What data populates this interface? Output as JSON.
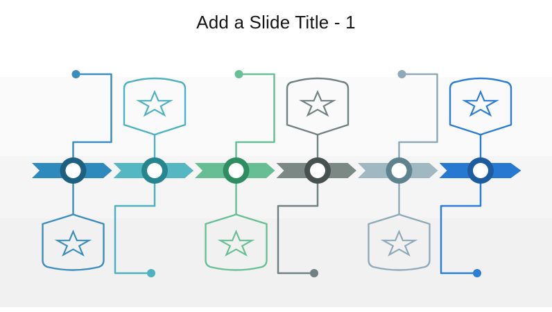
{
  "title": "Add a Slide Title - 1",
  "background": {
    "bands": [
      "#ffffff",
      "#fafafb",
      "#f5f5f6",
      "#f1f1f2",
      "#ffffff"
    ]
  },
  "timeline": {
    "description": "six-step chevron process timeline with star badges and dotted elbow connectors",
    "items": [
      {
        "id": "step-1",
        "badge_position": "below",
        "icon": "star",
        "chevron_color": "#2E8ABD",
        "ring_color": "#1E6080",
        "accent_color": "#3B8DBE"
      },
      {
        "id": "step-2",
        "badge_position": "above",
        "icon": "star",
        "chevron_color": "#55B7C1",
        "ring_color": "#27858D",
        "accent_color": "#4DB2BD"
      },
      {
        "id": "step-3",
        "badge_position": "below",
        "icon": "star",
        "chevron_color": "#68BE94",
        "ring_color": "#2F8E61",
        "accent_color": "#67BF95"
      },
      {
        "id": "step-4",
        "badge_position": "above",
        "icon": "star",
        "chevron_color": "#7B8884",
        "ring_color": "#47514F",
        "accent_color": "#728081"
      },
      {
        "id": "step-5",
        "badge_position": "below",
        "icon": "star",
        "chevron_color": "#9FB8C1",
        "ring_color": "#5E838F",
        "accent_color": "#8EAAB9"
      },
      {
        "id": "step-6",
        "badge_position": "above",
        "icon": "star",
        "chevron_color": "#2778D1",
        "ring_color": "#1D5C9E",
        "accent_color": "#2C7DD4"
      }
    ],
    "node_core_color": "#ffffff"
  }
}
